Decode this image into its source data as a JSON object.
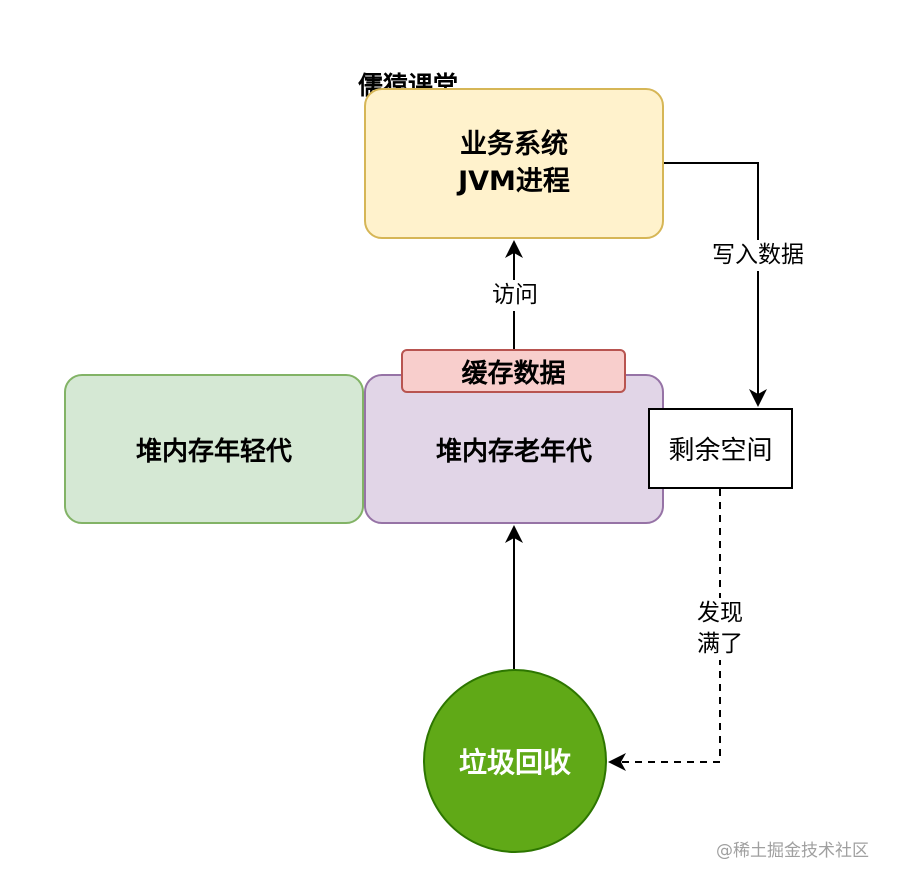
{
  "brand": "儒猿课堂",
  "nodes": {
    "jvm": {
      "line1": "业务系统",
      "line2": "JVM进程"
    },
    "young": "堆内存年轻代",
    "old": "堆内存老年代",
    "cache": "缓存数据",
    "free": "剩余空间",
    "gc": "垃圾回收"
  },
  "edges": {
    "access": "访问",
    "write": "写入数据",
    "found_full_line1": "发现",
    "found_full_line2": "满了"
  },
  "watermark": "@稀土掘金技术社区",
  "colors": {
    "jvm_fill": "#fff2cc",
    "jvm_stroke": "#d6b656",
    "young_fill": "#d5e8d4",
    "young_stroke": "#82b366",
    "old_fill": "#e1d5e7",
    "old_stroke": "#9673a6",
    "cache_fill": "#f8cecc",
    "cache_stroke": "#b85450",
    "gc_fill": "#60a917",
    "gc_stroke": "#2d7600"
  }
}
